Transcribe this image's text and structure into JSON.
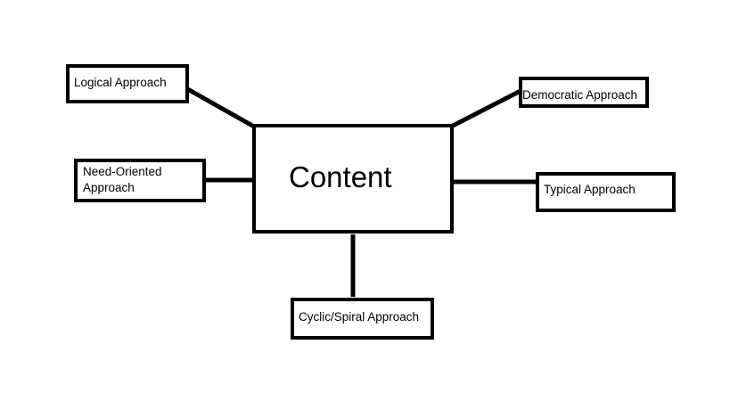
{
  "diagram": {
    "center": {
      "label": "Content"
    },
    "nodes": [
      {
        "id": "logical",
        "label": "Logical Approach"
      },
      {
        "id": "democratic",
        "label": "Democratic Approach"
      },
      {
        "id": "need_oriented",
        "label": "Need-Oriented Approach"
      },
      {
        "id": "typical",
        "label": "Typical Approach"
      },
      {
        "id": "cyclic",
        "label": "Cyclic/Spiral Approach"
      }
    ],
    "edges": [
      {
        "from": "logical",
        "to": "center"
      },
      {
        "from": "democratic",
        "to": "center"
      },
      {
        "from": "need_oriented",
        "to": "center"
      },
      {
        "from": "typical",
        "to": "center"
      },
      {
        "from": "cyclic",
        "to": "center"
      }
    ]
  }
}
